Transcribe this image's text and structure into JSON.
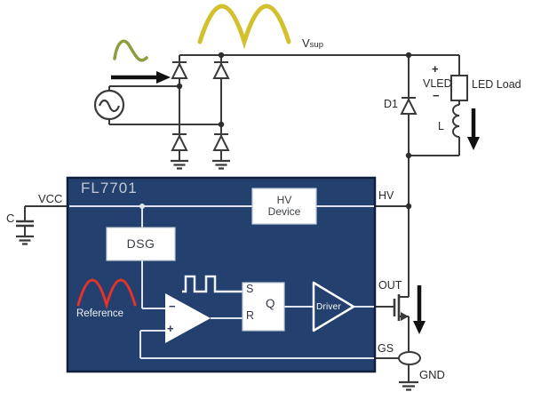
{
  "colors": {
    "ic_fill": "#24406e",
    "ic_border": "#101f3d",
    "wire_dark": "#3a3a3a",
    "wire_light": "#dfe4ee",
    "wave_yellow": "#d3c02f",
    "wave_green": "#8e9c3e",
    "wave_red": "#e5332a"
  },
  "ic": {
    "part_number": "FL7701",
    "blocks": {
      "hv_device_line1": "HV",
      "hv_device_line2": "Device",
      "dsg": "DSG",
      "driver": "Driver",
      "latch_s": "S",
      "latch_r": "R",
      "latch_q": "Q",
      "comparator_minus": "−",
      "comparator_plus": "+",
      "reference": "Reference"
    }
  },
  "pins": {
    "vcc": "VCC",
    "hv": "HV",
    "out": "OUT",
    "gs": "GS"
  },
  "nets": {
    "vsup_base": "V",
    "vsup_sub": "sup",
    "gnd": "GND"
  },
  "components": {
    "input_cap": "C",
    "freewheeling_diode": "D1",
    "led_plus": "+",
    "led_voltage": "VLED",
    "led_minus": "−",
    "led_load": "LED Load",
    "inductor": "L"
  }
}
